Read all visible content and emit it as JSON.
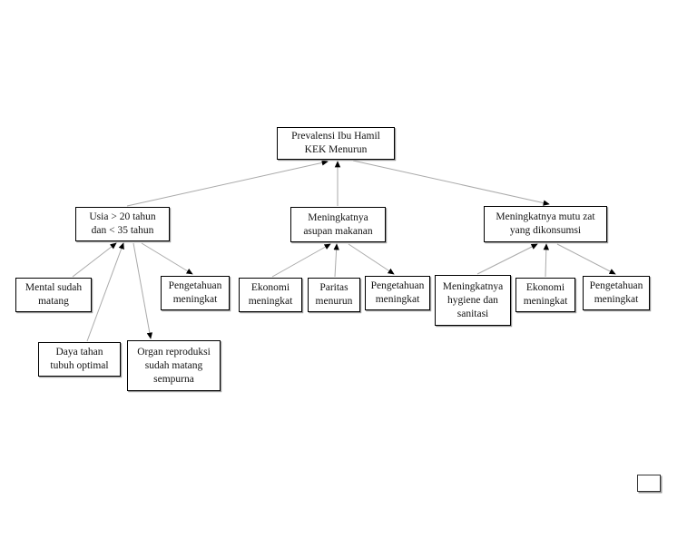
{
  "diagram": {
    "title": "Prevalensi Ibu Hamil KEK Menurun",
    "type": "objective-tree",
    "colors": {
      "background": "#ffffff",
      "box_border": "#000000",
      "connector_line": "#aaaaaa",
      "arrowhead": "#000000"
    },
    "nodes": [
      {
        "id": "prevalensi",
        "label": "Prevalensi Ibu Hamil\nKEK Menurun"
      },
      {
        "id": "usia",
        "label": "Usia > 20 tahun\ndan < 35 tahun"
      },
      {
        "id": "asupan",
        "label": "Meningkatnya\nasupan makanan"
      },
      {
        "id": "mutu",
        "label": "Meningkatnya mutu zat\nyang dikonsumsi"
      },
      {
        "id": "mental",
        "label": "Mental sudah\nmatang"
      },
      {
        "id": "pengetahuan1",
        "label": "Pengetahuan\nmeningkat"
      },
      {
        "id": "ekonomi1",
        "label": "Ekonomi\nmeningkat"
      },
      {
        "id": "paritas",
        "label": "Paritas\nmenurun"
      },
      {
        "id": "pengetahuan2",
        "label": "Pengetahuan\nmeningkat"
      },
      {
        "id": "hygiene",
        "label": "Meningkatnya\nhygiene dan\nsanitasi"
      },
      {
        "id": "ekonomi2",
        "label": "Ekonomi\nmeningkat"
      },
      {
        "id": "pengetahuan3",
        "label": "Pengetahuan\nmeningkat"
      },
      {
        "id": "dayatahan",
        "label": "Daya tahan\ntubuh optimal"
      },
      {
        "id": "organ",
        "label": "Organ reproduksi\nsudah matang\nsempurna"
      }
    ],
    "edges": [
      {
        "from": "usia",
        "to": "prevalensi"
      },
      {
        "from": "asupan",
        "to": "prevalensi"
      },
      {
        "from": "prevalensi",
        "to": "mutu"
      },
      {
        "from": "mental",
        "to": "usia"
      },
      {
        "from": "dayatahan",
        "to": "usia"
      },
      {
        "from": "usia",
        "to": "organ"
      },
      {
        "from": "usia",
        "to": "pengetahuan1"
      },
      {
        "from": "ekonomi1",
        "to": "asupan"
      },
      {
        "from": "paritas",
        "to": "asupan"
      },
      {
        "from": "asupan",
        "to": "pengetahuan2"
      },
      {
        "from": "hygiene",
        "to": "mutu"
      },
      {
        "from": "ekonomi2",
        "to": "mutu"
      },
      {
        "from": "mutu",
        "to": "pengetahuan3"
      }
    ]
  }
}
